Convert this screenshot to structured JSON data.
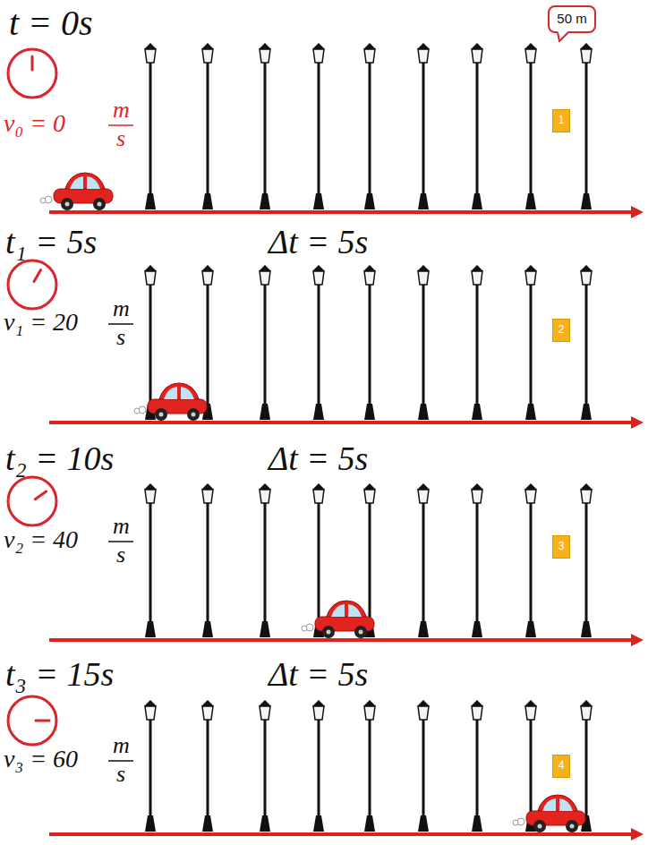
{
  "diagram": {
    "nodes": [
      {
        "text": [
          "50 m"
        ]
      },
      {
        "text": [
          "1"
        ]
      },
      {
        "text": [
          "2"
        ]
      },
      {
        "text": [
          "3"
        ]
      },
      {
        "text": [
          "4"
        ]
      }
    ],
    "labels": [
      "t = 0s",
      "v₀ = 0",
      "m",
      "s",
      "t₁ = 5s",
      "Δt = 5s",
      "v₁ = 20",
      "m",
      "s",
      "t₂ = 10s",
      "Δt = 5s",
      "v₂ = 40",
      "m",
      "s",
      "t₃ = 15s",
      "Δt = 5s",
      "v₃ = 60",
      "m",
      "s"
    ]
  }
}
